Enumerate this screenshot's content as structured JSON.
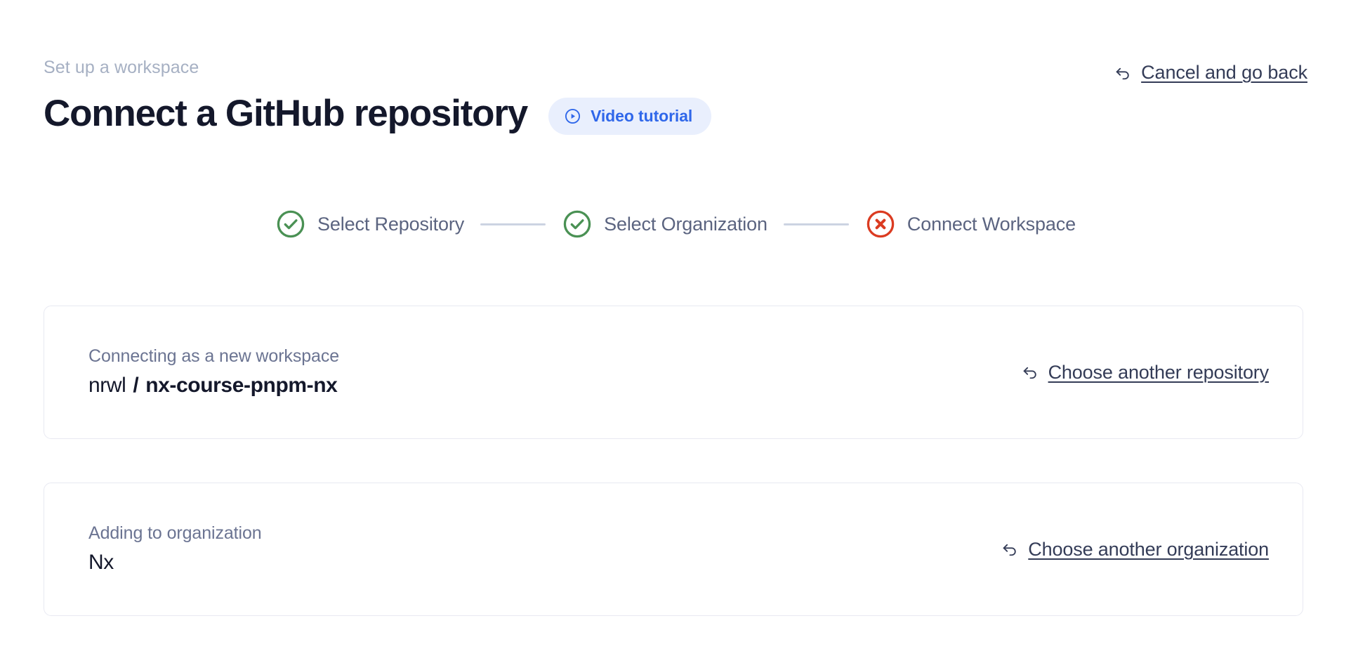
{
  "header": {
    "breadcrumb": "Set up a workspace",
    "title": "Connect a GitHub repository",
    "video_badge": {
      "label": "Video tutorial",
      "icon": "play-circle-icon",
      "bg_color": "#e9effd",
      "text_color": "#2f67ea"
    },
    "cancel_link": {
      "label": "Cancel and go back",
      "icon": "arrow-uturn-left-icon"
    }
  },
  "stepper": {
    "steps": [
      {
        "label": "Select Repository",
        "state": "complete",
        "icon": "check-circle-icon",
        "color": "#4a9154"
      },
      {
        "label": "Select Organization",
        "state": "complete",
        "icon": "check-circle-icon",
        "color": "#4a9154"
      },
      {
        "label": "Connect Workspace",
        "state": "error",
        "icon": "x-circle-icon",
        "color": "#db3b21"
      }
    ],
    "connector_color": "#ccd3e2",
    "label_color": "#5b6480"
  },
  "cards": [
    {
      "caption": "Connecting as a new workspace",
      "value_owner": "nrwl",
      "value_separator": "/",
      "value_name": "nx-course-pnpm-nx",
      "action": {
        "label": "Choose another repository",
        "icon": "arrow-uturn-left-icon"
      }
    },
    {
      "caption": "Adding to organization",
      "value_owner": "Nx",
      "value_separator": "",
      "value_name": "",
      "action": {
        "label": "Choose another organization",
        "icon": "arrow-uturn-left-icon"
      }
    }
  ]
}
